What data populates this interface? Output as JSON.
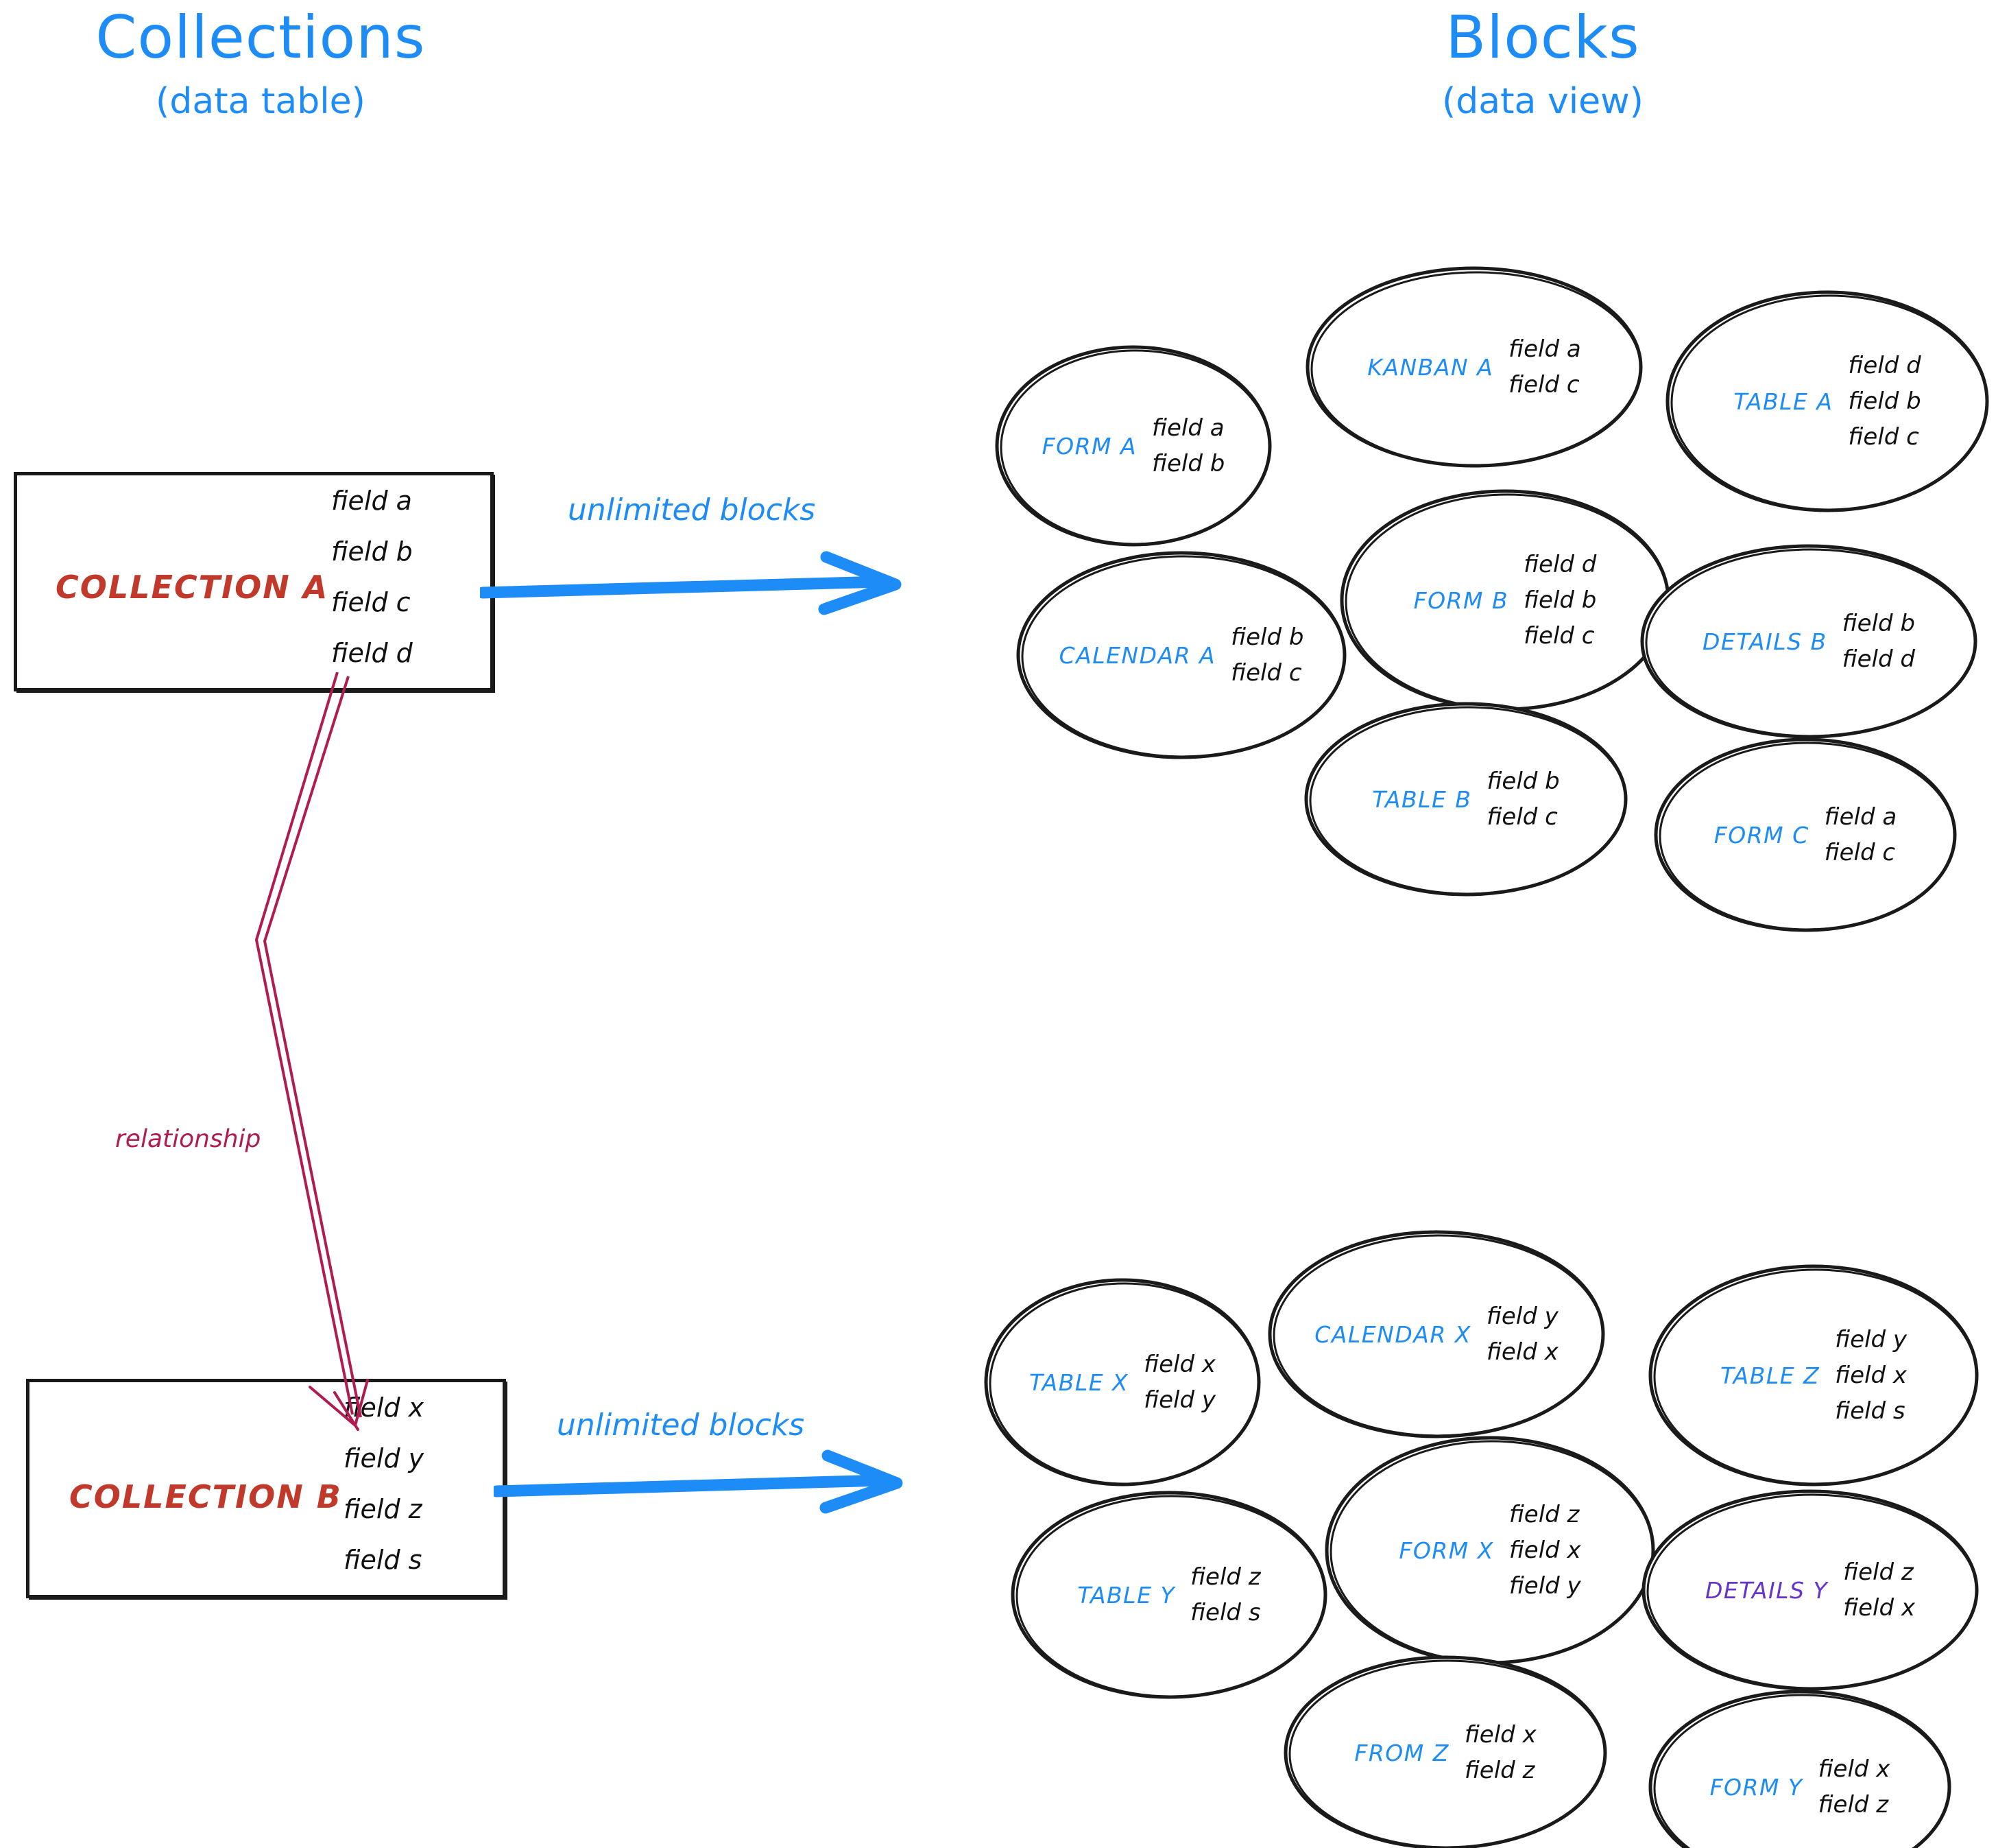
{
  "headings": {
    "left": {
      "main": "Collections",
      "sub": "(data table)"
    },
    "right": {
      "main": "Blocks",
      "sub": "(data view)"
    }
  },
  "colors": {
    "accent_blue": "#1e8cf7",
    "collection_red": "#c0392b",
    "relationship_crimson": "#b01b50",
    "details_purple": "#6633cc",
    "stroke_black": "#1a1a1a"
  },
  "collections": [
    {
      "name": "COLLECTION A",
      "fields": [
        "field a",
        "field b",
        "field c",
        "field d"
      ],
      "arrow_label": "unlimited blocks"
    },
    {
      "name": "COLLECTION B",
      "fields": [
        "field x",
        "field y",
        "field z",
        "field s"
      ],
      "arrow_label": "unlimited blocks"
    }
  ],
  "relationship": {
    "label": "relationship"
  },
  "block_groups": [
    {
      "for": "COLLECTION A",
      "blocks": [
        {
          "name": "FORM A",
          "fields": [
            "field a",
            "field b"
          ]
        },
        {
          "name": "KANBAN A",
          "fields": [
            "field a",
            "field c"
          ]
        },
        {
          "name": "TABLE A",
          "fields": [
            "field d",
            "field b",
            "field c"
          ]
        },
        {
          "name": "CALENDAR A",
          "fields": [
            "field b",
            "field c"
          ]
        },
        {
          "name": "FORM B",
          "fields": [
            "field d",
            "field b",
            "field c"
          ]
        },
        {
          "name": "DETAILS B",
          "fields": [
            "field b",
            "field d"
          ]
        },
        {
          "name": "TABLE B",
          "fields": [
            "field b",
            "field c"
          ]
        },
        {
          "name": "FORM C",
          "fields": [
            "field a",
            "field c"
          ]
        }
      ]
    },
    {
      "for": "COLLECTION B",
      "blocks": [
        {
          "name": "TABLE X",
          "fields": [
            "field x",
            "field y"
          ]
        },
        {
          "name": "CALENDAR X",
          "fields": [
            "field y",
            "field x"
          ]
        },
        {
          "name": "TABLE Z",
          "fields": [
            "field y",
            "field x",
            "field s"
          ]
        },
        {
          "name": "TABLE Y",
          "fields": [
            "field z",
            "field s"
          ]
        },
        {
          "name": "FORM X",
          "fields": [
            "field z",
            "field x",
            "field y"
          ]
        },
        {
          "name": "DETAILS Y",
          "fields": [
            "field z",
            "field x"
          ],
          "color": "purple"
        },
        {
          "name": "FROM Z",
          "fields": [
            "field x",
            "field z"
          ]
        },
        {
          "name": "FORM Y",
          "fields": [
            "field x",
            "field z"
          ]
        }
      ]
    }
  ]
}
